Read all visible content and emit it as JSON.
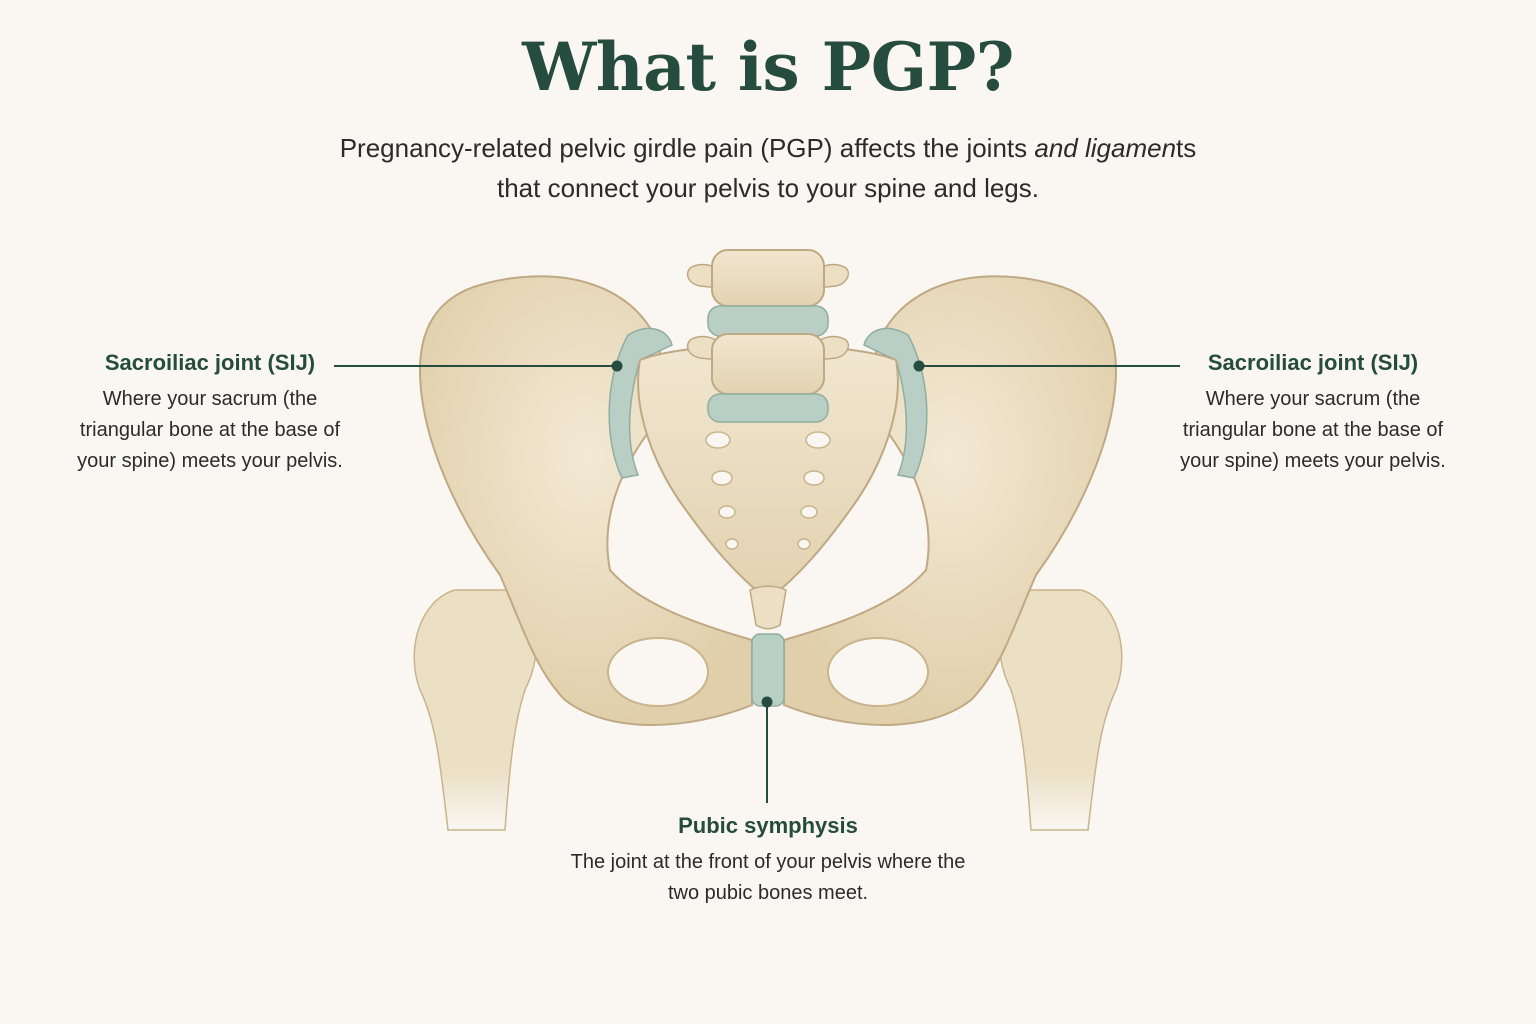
{
  "title": "What is PGP?",
  "subtitle": {
    "line1_before": "Pregnancy-related pelvic girdle pain (PGP) affects the joints ",
    "line1_italic": "and ligamen",
    "line1_after": "ts",
    "line2": "that connect your pelvis to your spine and legs."
  },
  "labels": {
    "left": {
      "heading": "Sacroiliac joint (SIJ)",
      "description": "Where your sacrum (the triangular bone at the base of your spine) meets your pelvis."
    },
    "right": {
      "heading": "Sacroiliac joint (SIJ)",
      "description": "Where your sacrum (the triangular bone at the base of your spine) meets your pelvis."
    },
    "pubic": {
      "heading": "Pubic symphysis",
      "description": "The joint at the front of your pelvis where the two pubic bones meet."
    }
  },
  "colors": {
    "accent": "#264c40",
    "bone": "#ecdfc4",
    "bone_shadow": "#d8c7a4",
    "cartilage": "#b9cfc5",
    "background": "#faf7f3"
  }
}
